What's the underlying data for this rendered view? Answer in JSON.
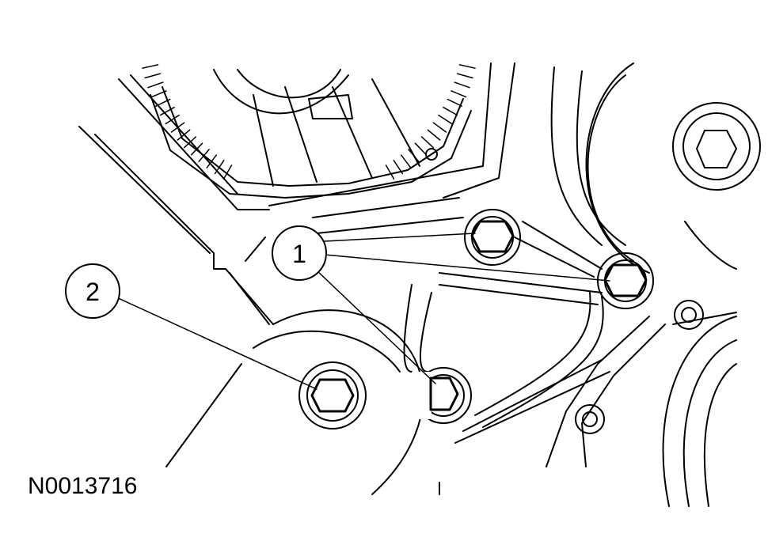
{
  "figure_id": "N0013716",
  "callouts": [
    {
      "label": "1"
    },
    {
      "label": "2"
    }
  ],
  "colors": {
    "ink": "#000000",
    "paper": "#ffffff"
  }
}
